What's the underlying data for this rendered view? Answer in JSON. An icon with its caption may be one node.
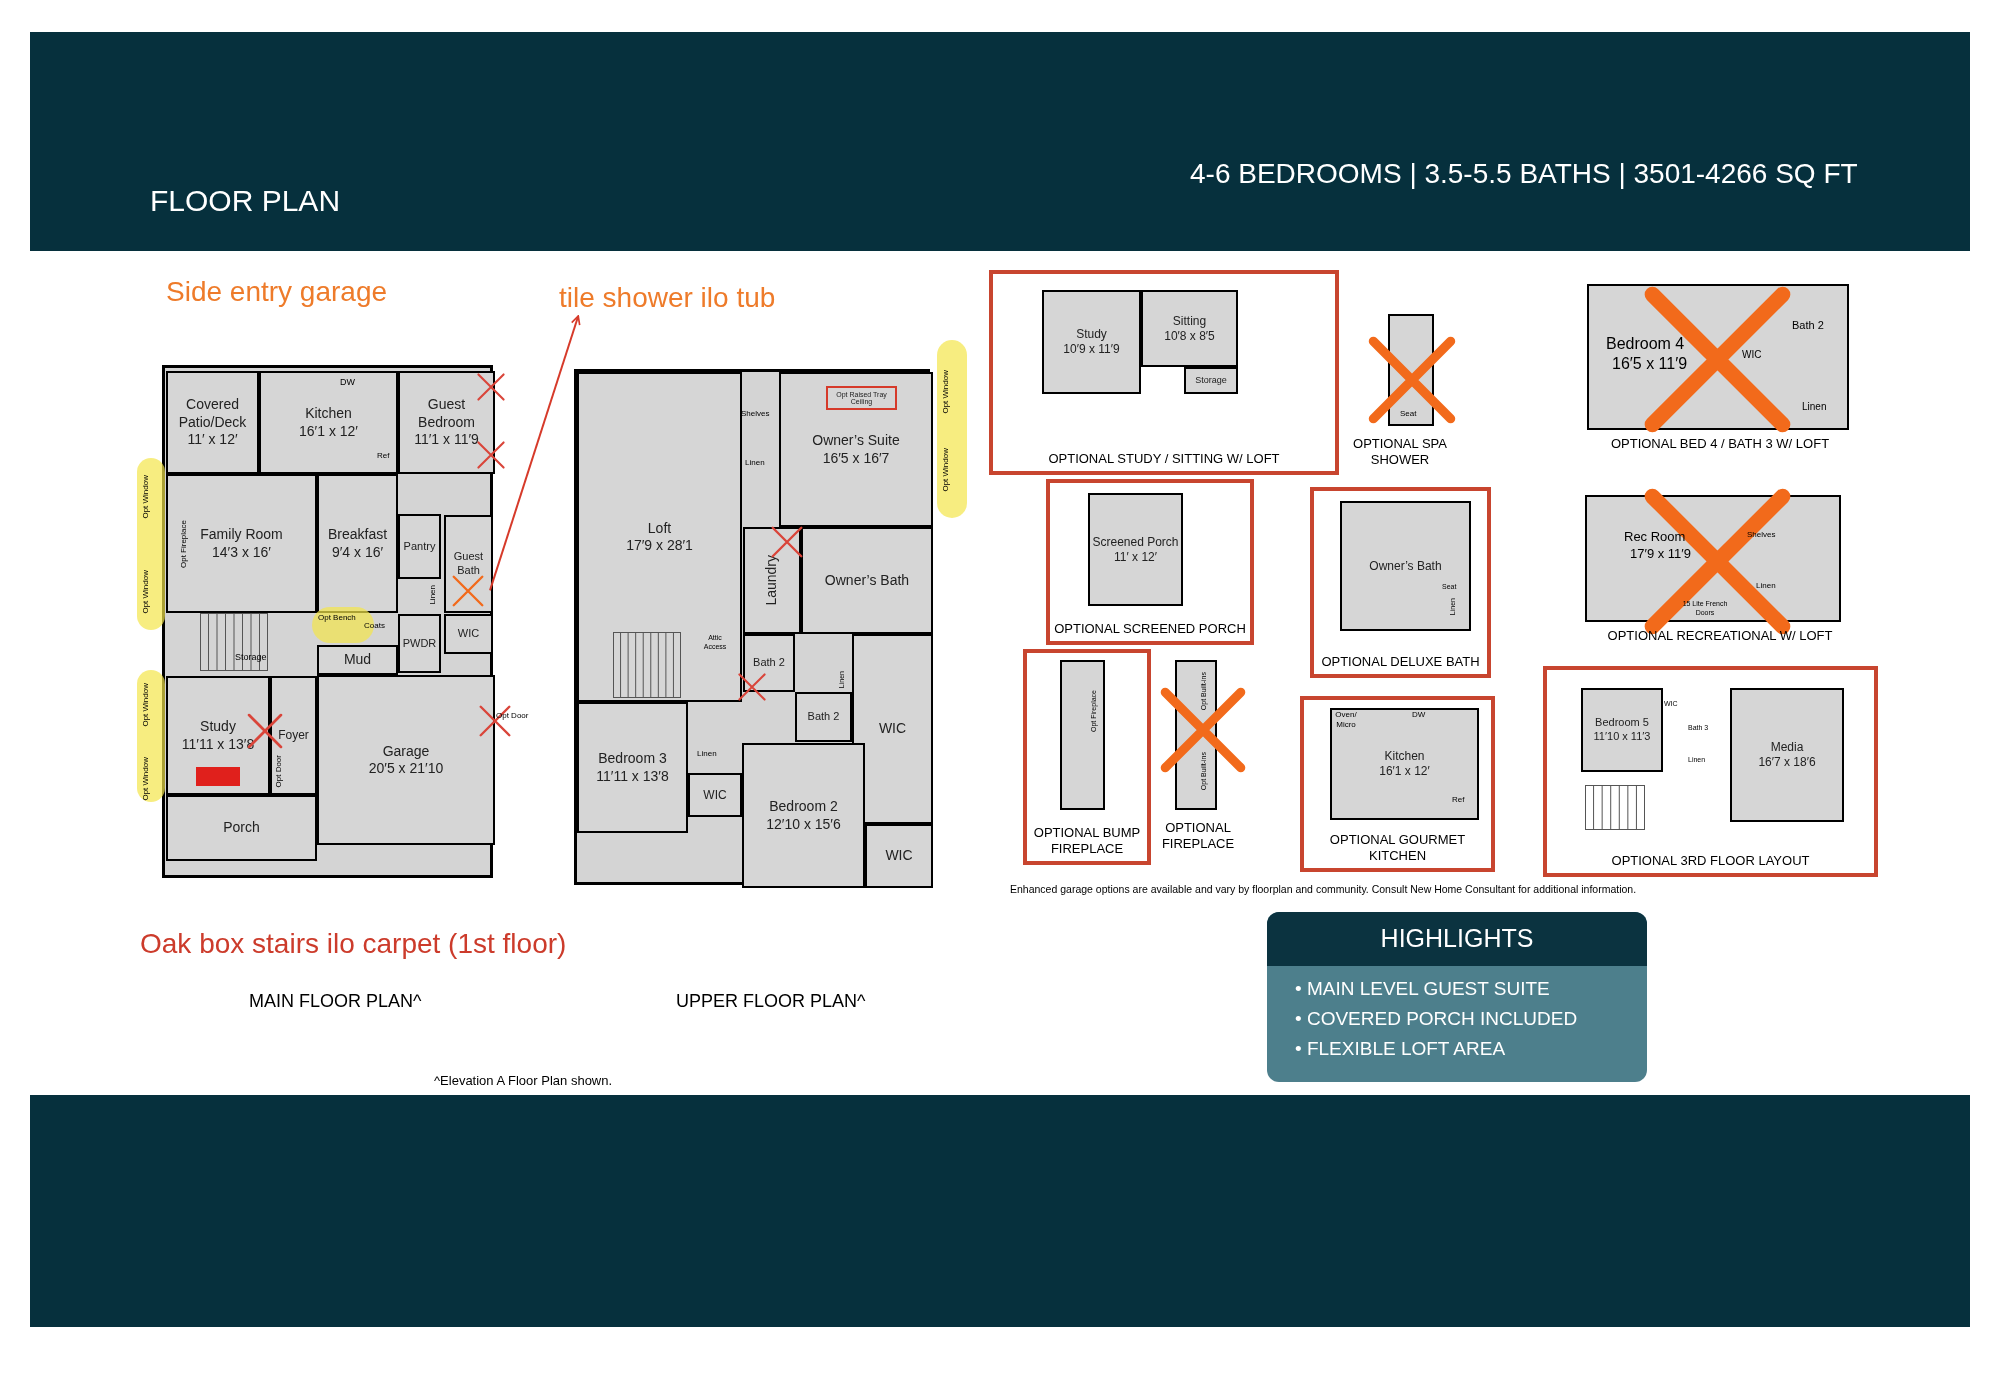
{
  "diagram": {
    "nodes": [
      {
        "text": [],
        "shape": "box"
      },
      {
        "text": [
          "Covered Patio/Deck",
          "11′ x 12′"
        ],
        "in": 0
      },
      {
        "text": [
          "Kitchen",
          "16′1 x 12′"
        ],
        "in": 0
      },
      {
        "text": [
          "Guest Bedroom",
          "11′1 x 11′9"
        ],
        "in": 0
      },
      {
        "text": [
          "Family Room",
          "14′3 x 16′"
        ],
        "in": 0
      },
      {
        "text": [
          "Breakfast",
          "9′4 x 16′"
        ],
        "in": 0
      },
      {
        "text": [
          "Pantry"
        ],
        "in": 0
      },
      {
        "text": [
          "Guest Bath"
        ],
        "in": 0
      },
      {
        "text": [
          "Mud"
        ],
        "in": 0
      },
      {
        "text": [
          "PWDR"
        ],
        "in": 0
      },
      {
        "text": [
          "WIC"
        ],
        "in": 0
      },
      {
        "text": [
          "Study",
          "11′11 x 13′8"
        ],
        "in": 0
      },
      {
        "text": [
          "Foyer"
        ],
        "in": 0
      },
      {
        "text": [
          "Garage",
          "20′5 x 21′10"
        ],
        "in": 0
      },
      {
        "text": [
          "Porch"
        ],
        "in": 0
      },
      {
        "text": [],
        "shape": "box"
      },
      {
        "text": [
          "Loft",
          "17′9 x 28′1"
        ],
        "in": 15
      },
      {
        "text": [
          "Owner’s Suite",
          "16′5 x 16′7"
        ],
        "in": 15
      },
      {
        "text": [
          "Opt Raised Tray Ceiling"
        ],
        "in": 17
      },
      {
        "text": [
          "Laundry"
        ],
        "in": 15
      },
      {
        "text": [
          "Owner’s Bath"
        ],
        "in": 15
      },
      {
        "text": [
          "Bath 2"
        ],
        "in": 15
      },
      {
        "text": [
          "Bath 2"
        ],
        "in": 15
      },
      {
        "text": [
          "WIC"
        ],
        "in": 15
      },
      {
        "text": [
          "Bedroom 3",
          "11′11 x 13′8"
        ],
        "in": 15
      },
      {
        "text": [
          "WIC"
        ],
        "in": 15
      },
      {
        "text": [
          "Bedroom 2",
          "12′10 x 15′6"
        ],
        "in": 15
      },
      {
        "text": [
          "WIC"
        ],
        "in": 15
      },
      {
        "text": [
          "OPTIONAL STUDY / SITTING W/ LOFT"
        ]
      },
      {
        "text": [
          "Study",
          "10′9 x 11′9"
        ],
        "in": 28
      },
      {
        "text": [
          "Sitting",
          "10′8 x 8′5"
        ],
        "in": 28
      },
      {
        "text": [
          "Storage"
        ],
        "in": 28
      },
      {
        "text": [
          "OPTIONAL SCREENED PORCH"
        ]
      },
      {
        "text": [
          "Screened Porch",
          "11′ x 12′"
        ],
        "in": 32
      },
      {
        "text": [
          "OPTIONAL BUMP FIREPLACE"
        ]
      },
      {
        "text": [
          "OPTIONAL DELUXE BATH"
        ]
      },
      {
        "text": [
          "Owner’s Bath"
        ],
        "in": 35
      },
      {
        "text": [
          "OPTIONAL GOURMET KITCHEN"
        ]
      },
      {
        "text": [
          "Kitchen",
          "16′1 x 12′"
        ],
        "in": 37
      },
      {
        "text": [
          "OPTIONAL 3RD FLOOR LAYOUT"
        ]
      },
      {
        "text": [
          "Bedroom 5",
          "11′10 x 11′3"
        ],
        "in": 39
      },
      {
        "text": [
          "Media",
          "16′7 x 18′6"
        ],
        "in": 39
      },
      {
        "text": [
          "HIGHLIGHTS",
          "• MAIN LEVEL GUEST SUITE",
          "• COVERED PORCH INCLUDED",
          "• FLEXIBLE LOFT AREA"
        ]
      },
      {
        "text": [
          "tile shower ilo tub"
        ]
      }
    ],
    "edges": [
      {
        "from": 7,
        "to": 43,
        "arrow": "to",
        "color": "#d63a2a"
      }
    ],
    "labels": [
      "FLOOR PLAN",
      "4-6 BEDROOMS | 3.5-5.5 BATHS | 3501-4266 SQ FT",
      "Side entry garage",
      "DW",
      "Ref",
      "Opt Window",
      "Opt Fireplace",
      "Opt Window",
      "Linen",
      "Opt Bench",
      "Coats",
      "Storage",
      "Opt Window",
      "Opt Door",
      "Opt Window",
      "Opt Door",
      "Shelves",
      "Linen",
      "Opt Window",
      "Opt Window",
      "Attic Access",
      "Linen",
      "Linen",
      "OPTIONAL SPA SHOWER",
      "Seat",
      "Bedroom 4",
      "16′5 x 11′9",
      "WIC",
      "Bath 2",
      "Linen",
      "OPTIONAL BED 4 / BATH 3 W/ LOFT",
      "Rec Room",
      "17′9 x 11′9",
      "Shelves",
      "Linen",
      "15 Lite French Doors",
      "OPTIONAL RECREATIONAL W/ LOFT",
      "Opt Fireplace",
      "Opt Built-ins",
      "Opt Built-ins",
      "OPTIONAL FIREPLACE",
      "Seat",
      "Linen",
      "Oven/ Micro",
      "DW",
      "Ref",
      "WIC",
      "Bath 3",
      "Linen",
      "Enhanced garage options are available and vary by floorplan and community.  Consult New Home Consultant for additional information.",
      "Oak box stairs ilo carpet (1st floor)",
      "^Elevation A Floor Plan shown.",
      "MAIN FLOOR PLAN^",
      "UPPER FLOOR PLAN^"
    ]
  }
}
